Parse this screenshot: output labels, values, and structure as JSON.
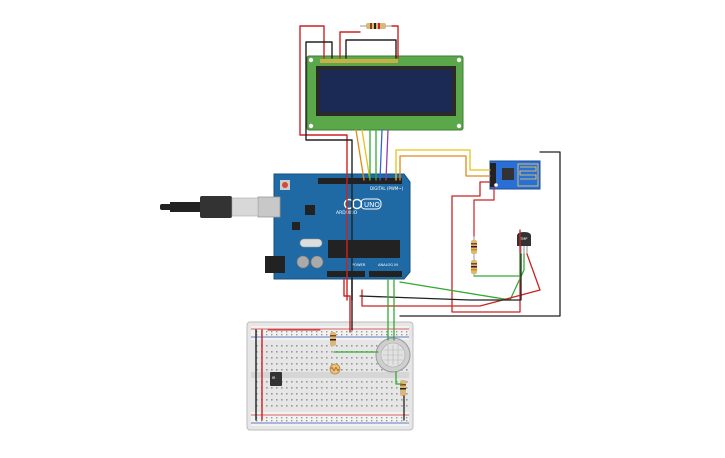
{
  "arduino": {
    "brand": "ARDUINO",
    "model": "UNO",
    "digital_label": "DIGITAL (PWM~)",
    "power_label": "POWER",
    "analog_label": "ANALOG IN"
  },
  "dht_sensor": {
    "label": "TMP"
  },
  "breadboard": {
    "chip_label": "IR"
  },
  "colors": {
    "wire_red": "#cc2222",
    "wire_black": "#222222",
    "wire_green": "#33aa33",
    "wire_orange": "#e08a1a",
    "wire_yellow": "#e6c21a",
    "wire_blue": "#3366cc",
    "wire_purple": "#8844aa",
    "board_blue": "#1f6aa5",
    "lcd_green": "#5aa84a",
    "lcd_screen": "#1a2a55",
    "esp_blue": "#2a6fd6"
  }
}
